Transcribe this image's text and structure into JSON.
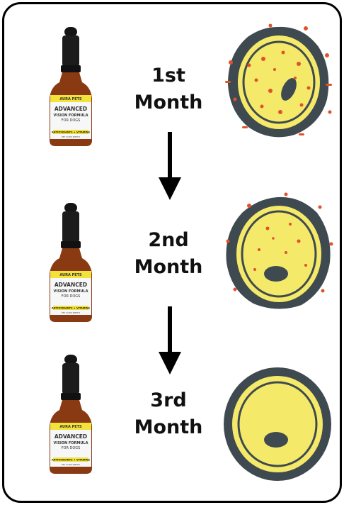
{
  "brand": "AURA PETS",
  "product": {
    "name_line1": "ADVANCED",
    "name_line2": "VISION FORMULA",
    "name_line3": "FOR DOGS",
    "badge": "ANTIOXIDANTS + VITAMINS",
    "sub": "PET SUPPLEMENT"
  },
  "stages": [
    {
      "line1": "1st",
      "line2": "Month",
      "eye_state": "severe-cloudy-eye-icon"
    },
    {
      "line1": "2nd",
      "line2": "Month",
      "eye_state": "improving-eye-icon"
    },
    {
      "line1": "3rd",
      "line2": "Month",
      "eye_state": "clear-eye-icon"
    }
  ],
  "colors": {
    "eye_yellow": "#f5e96a",
    "eye_dark": "#3f4a50",
    "spot_red": "#e0522a",
    "bottle_amber": "#8a3a12",
    "label_yellow": "#f2e23a"
  }
}
